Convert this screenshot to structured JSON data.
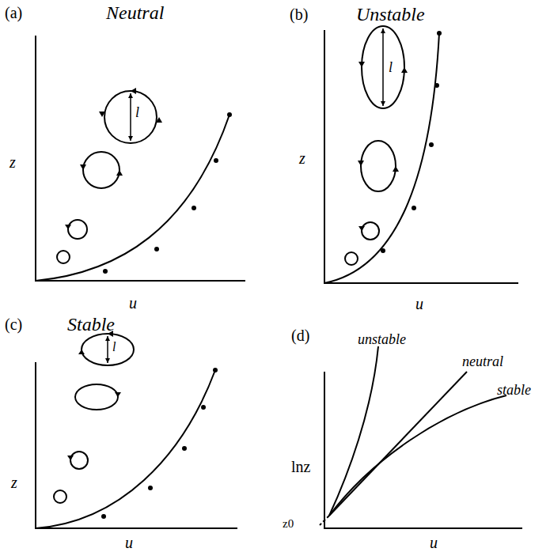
{
  "diagram": {
    "labels": [
      "(a)",
      "Neutral",
      "z",
      "l",
      "u",
      "(b)",
      "Unstable",
      "z",
      "l",
      "u",
      "(c)",
      "Stable",
      "z",
      "l",
      "u",
      "(d)",
      "lnz",
      "unstable",
      "neutral",
      "stable",
      "z0",
      "u"
    ]
  }
}
